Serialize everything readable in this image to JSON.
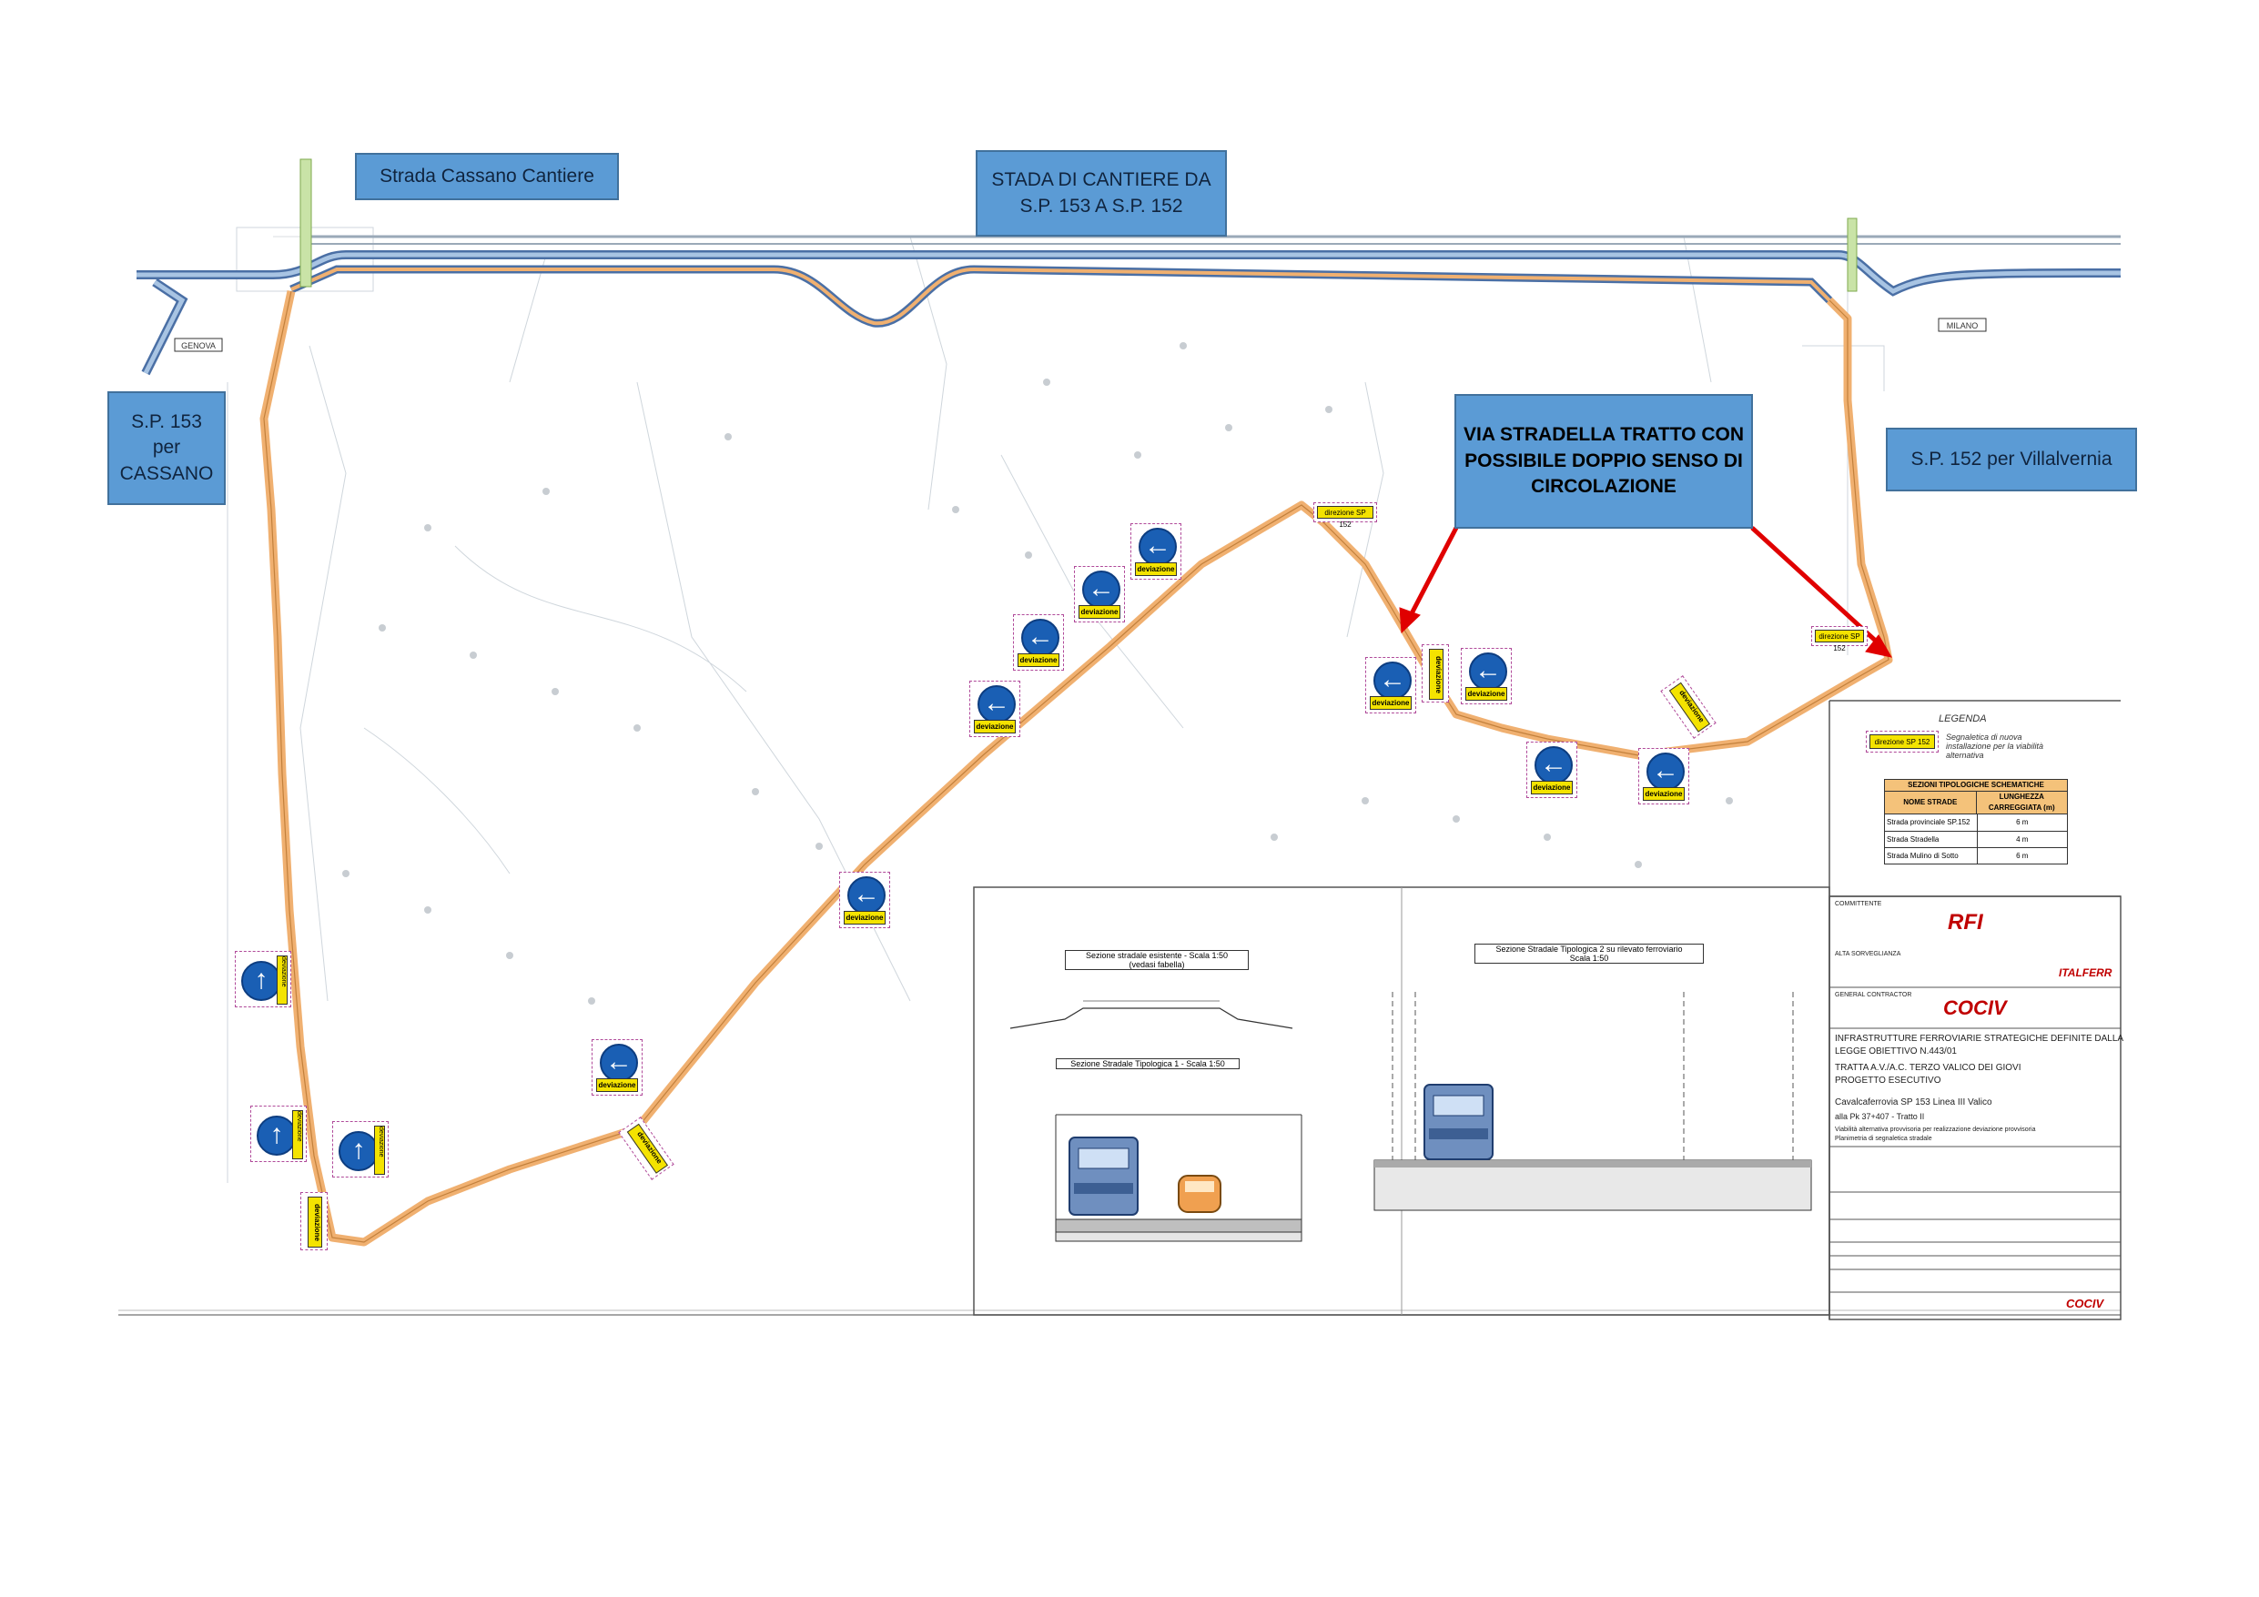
{
  "callouts": {
    "cassano_cantiere": "Strada Cassano Cantiere",
    "stada_cantiere": "STADA DI CANTIERE DA\nS.P. 153 A S.P. 152",
    "sp153": "S.P. 153\nper\nCASSANO",
    "via_stradella": "VIA STRADELLA TRATTO CON\nPOSSIBILE DOPPIO SENSO DI\nCIRCOLAZIONE",
    "sp152": "S.P. 152 per Villalvernia"
  },
  "signs": {
    "arrow_left": "←",
    "arrow_up": "↑",
    "deviazione": "deviazione",
    "direzione_sp152": "direzione SP 152"
  },
  "direction_labels": {
    "genova": "GENOVA",
    "milano": "MILANO"
  },
  "legend": {
    "title": "LEGENDA",
    "sample": "direzione SP 152",
    "description": "Segnaletica di nuova installazione per la viabilità alternativa"
  },
  "sections_table": {
    "title": "SEZIONI TIPOLOGICHE SCHEMATICHE",
    "headers": [
      "NOME STRADE",
      "LUNGHEZZA CARREGGIATA (m)"
    ],
    "rows": [
      [
        "Strada provinciale SP.152",
        "6 m"
      ],
      [
        "Strada Stradella",
        "4 m"
      ],
      [
        "Strada Mulino di Sotto",
        "6 m"
      ]
    ]
  },
  "cross_sections": {
    "existing": "Sezione stradale esistente - Scala 1:50\n(vedasi fabella)",
    "typical1": "Sezione Stradale Tipologica 1 - Scala 1:50",
    "typical2": "Sezione Stradale Tipologica 2 su rilevato ferroviario\nScala 1:50"
  },
  "title_block": {
    "committente": "COMMITTENTE",
    "rfi": "RFI",
    "alta_sorveglianza": "ALTA SORVEGLIANZA",
    "italferr": "ITALFERR",
    "general_contractor": "GENERAL CONTRACTOR",
    "cociv": "COCIV",
    "line1": "INFRASTRUTTURE FERROVIARIE STRATEGICHE DEFINITE DALLA",
    "line2": "LEGGE OBIETTIVO N.443/01",
    "line3": "TRATTA A.V./A.C. TERZO VALICO DEI GIOVI",
    "line4": "PROGETTO ESECUTIVO",
    "line5": "Cavalcaferrovia SP 153 Linea III Valico",
    "line6": "alla Pk 37+407 - Tratto II",
    "line7": "Viabilità alternativa provvisoria per realizzazione deviazione provvisoria",
    "line8": "Planimetria di segnaletica stradale"
  },
  "colors": {
    "callout_fill": "#5b9bd5",
    "callout_border": "#41719c",
    "route": "#f0b070",
    "road_blue": "#4a6fa5",
    "sign_blue": "#1a5fb4",
    "sign_yellow": "#f4e300",
    "arrow_red": "#e00000",
    "dash_magenta": "#b04a9a"
  }
}
